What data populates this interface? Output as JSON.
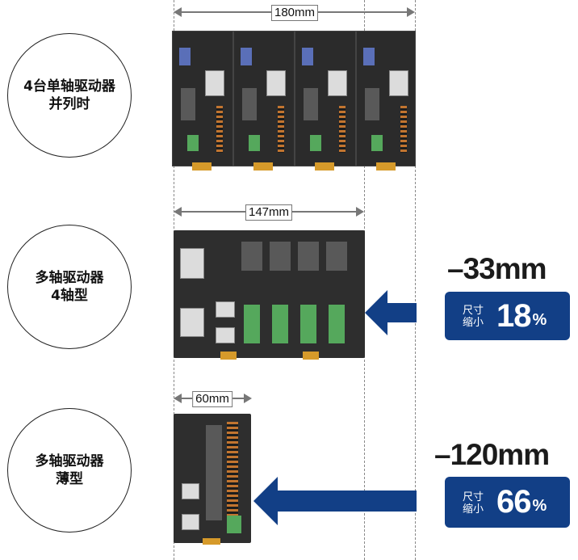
{
  "rows": [
    {
      "circle_text": "4台单轴驱动器\n并列时",
      "dimension": "180mm"
    },
    {
      "circle_text": "多轴驱动器\n4轴型",
      "dimension": "147mm",
      "reduction": "–33mm",
      "badge_label": "尺寸\n缩小",
      "badge_percent": "18",
      "badge_unit": "%"
    },
    {
      "circle_text": "多轴驱动器\n薄型",
      "dimension": "60mm",
      "reduction": "–120mm",
      "badge_label": "尺寸\n缩小",
      "badge_percent": "66",
      "badge_unit": "%"
    }
  ],
  "colors": {
    "badge_bg": "#123f86",
    "arrow": "#123f86",
    "device": "#2e2e2e"
  },
  "icons": [
    "left-arrow-icon"
  ]
}
